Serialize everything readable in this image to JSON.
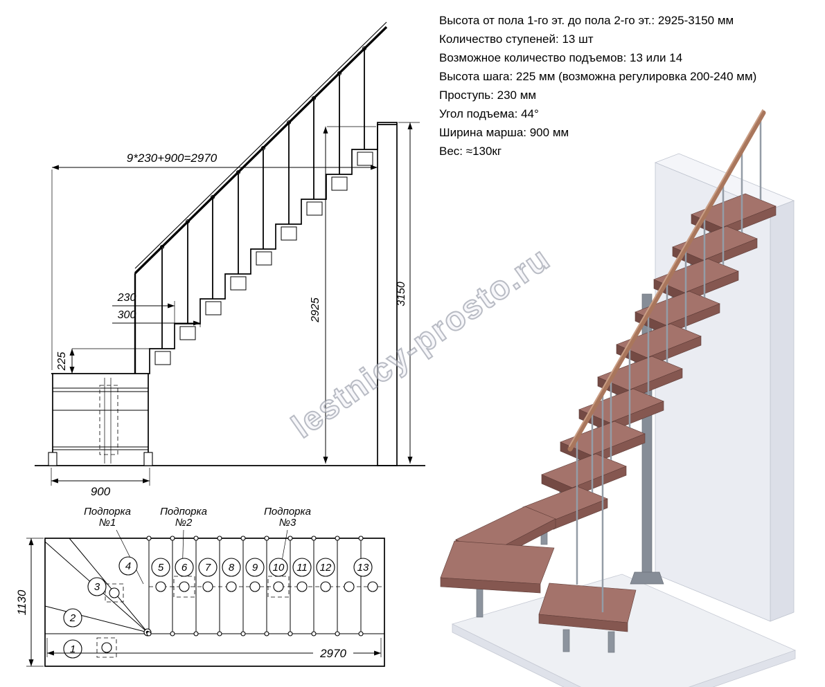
{
  "specs": {
    "lines": [
      "Высота от пола 1-го эт. до пола 2-го эт.: 2925-3150 мм",
      "Количество ступеней: 13 шт",
      "Возможное количество подъемов: 13 или 14",
      "Высота шага: 225 мм (возможна регулировка 200-240 мм)",
      "Проступь: 230 мм",
      "Угол подъема: 44°",
      "Ширина марша: 900 мм",
      "Вес: ≈130кг"
    ]
  },
  "elevation": {
    "run_formula": "9*230+900=2970",
    "tread_depth": "230",
    "module_length": "300",
    "step_height": "225",
    "floor_height": "2925",
    "total_height": "3150",
    "platform_width": "900"
  },
  "plan": {
    "supports": [
      {
        "title": "Подпорка",
        "num": "№1"
      },
      {
        "title": "Подпорка",
        "num": "№2"
      },
      {
        "title": "Подпорка",
        "num": "№3"
      }
    ],
    "steps": [
      "1",
      "2",
      "3",
      "4",
      "5",
      "6",
      "7",
      "8",
      "9",
      "10",
      "11",
      "12",
      "13"
    ],
    "width_dim": "1130",
    "length_dim": "2970"
  },
  "watermark": "lestnicy-prosto.ru",
  "colors": {
    "tread_wood": "#a4736b",
    "metal_gray": "#868d97",
    "wall_gray": "#eaecf2",
    "handrail_wood": "#a9765c",
    "line_black": "#000000"
  }
}
